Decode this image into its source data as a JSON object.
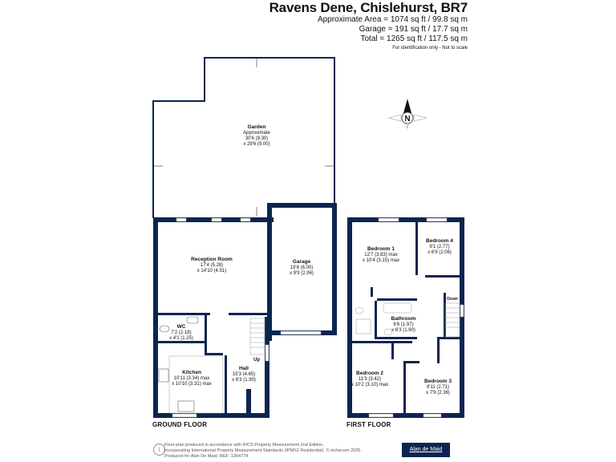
{
  "header": {
    "title": "Ravens Dene, Chislehurst, BR7",
    "approx_area": "Approximate Area = 1074 sq ft / 99.8 sq m",
    "garage_area": "Garage = 191 sq ft / 17.7 sq m",
    "total_area": "Total = 1265 sq ft / 117.5 sq m",
    "note": "For identification only - Not to scale"
  },
  "compass": {
    "label": "N"
  },
  "ground_floor": {
    "label": "GROUND FLOOR",
    "rooms": {
      "garden": {
        "name": "Garden",
        "sub": "Approximate",
        "dim1": "30'6 (9.30)",
        "dim2": "x 29'6 (9.00)"
      },
      "reception": {
        "name": "Reception Room",
        "dim1": "17'4 (5.28)",
        "dim2": "x 14'10 (4.51)"
      },
      "garage": {
        "name": "Garage",
        "dim1": "19'8 (6.00)",
        "dim2": "x 9'9 (2.96)"
      },
      "wc": {
        "name": "WC",
        "dim1": "7'2 (2.18)",
        "dim2": "x 4'1 (1.25)"
      },
      "kitchen": {
        "name": "Kitchen",
        "dim1": "10'11 (3.34) max",
        "dim2": "x 10'10 (3.31) max"
      },
      "hall": {
        "name": "Hall",
        "dim1": "15'3 (4.65)",
        "dim2": "x 6'3 (1.90)"
      }
    },
    "stairs_label": "Up"
  },
  "first_floor": {
    "label": "FIRST FLOOR",
    "rooms": {
      "bedroom1": {
        "name": "Bedroom 1",
        "dim1": "12'7 (3.83) max",
        "dim2": "x 10'4 (3.15) max"
      },
      "bedroom4": {
        "name": "Bedroom 4",
        "dim1": "9'1 (2.77)",
        "dim2": "x 6'9 (2.06)"
      },
      "bathroom": {
        "name": "Bathroom",
        "dim1": "6'6 (1.97)",
        "dim2": "x 6'3 (1.90)"
      },
      "bedroom2": {
        "name": "Bedroom 2",
        "dim1": "11'3 (3.42)",
        "dim2": "x 10'2 (3.10) max"
      },
      "bedroom3": {
        "name": "Bedroom 3",
        "dim1": "8'11 (2.71)",
        "dim2": "x 7'9 (2.36)"
      }
    },
    "stairs_label": "Down"
  },
  "footer": {
    "line1": "Floor plan produced in accordance with RICS Property Measurement 2nd Edition,",
    "line2": "Incorporating International Property Measurement Standards (IPMS2 Residential).  © nichecom 2025.",
    "line3": "Produced for Alan De Maid.   REF: 1364774",
    "logo": "Alan de Maid"
  },
  "colors": {
    "wall": "#0c2550",
    "text": "#111111",
    "logo_bg": "#0c2550"
  }
}
